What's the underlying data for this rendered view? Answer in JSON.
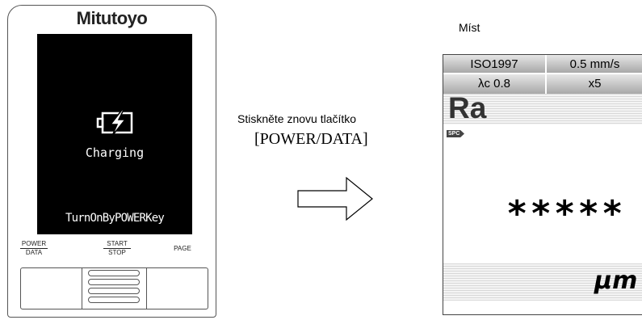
{
  "device": {
    "brand": "Mitutoyo",
    "screen": {
      "icon": "battery-charging-icon",
      "status": "Charging",
      "hint": "TurnOnByPOWERKey"
    },
    "keys": {
      "power_top": "POWER",
      "power_bottom": "DATA",
      "start_top": "START",
      "start_bottom": "STOP",
      "page": "PAGE"
    }
  },
  "instruction": {
    "line1": "Stiskněte znovu tlačítko",
    "line2": "[POWER/DATA]",
    "arrow_icon": "right-arrow-icon"
  },
  "display": {
    "caption": "Míst",
    "header": {
      "standard": "ISO1997",
      "speed": "0.5 mm/s",
      "cutoff": "λc 0.8",
      "sampling": "x5"
    },
    "parameter": "Ra",
    "spc_badge": "SPC",
    "value": "*****",
    "unit": "μm"
  }
}
